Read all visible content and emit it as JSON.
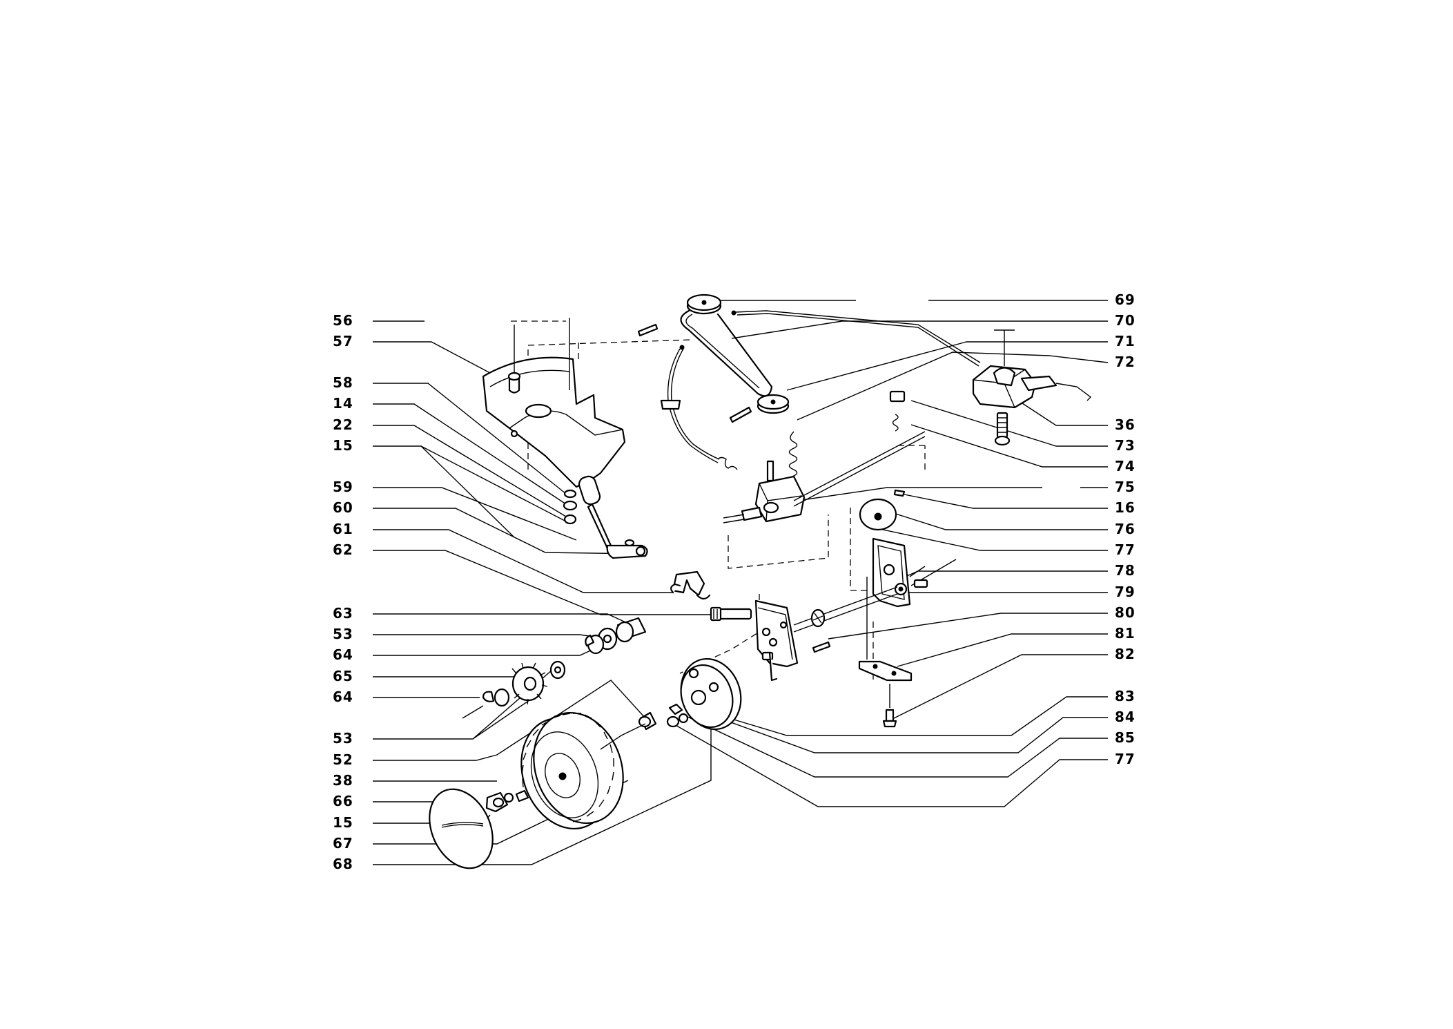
{
  "callouts": {
    "left": [
      "56",
      "57",
      "58",
      "14",
      "22",
      "15",
      "59",
      "60",
      "61",
      "62",
      "63",
      "53",
      "64",
      "65",
      "64",
      "53",
      "52",
      "38",
      "66",
      "15",
      "67",
      "68"
    ],
    "right": [
      "69",
      "70",
      "71",
      "72",
      "36",
      "73",
      "74",
      "75",
      "16",
      "76",
      "77",
      "78",
      "79",
      "80",
      "81",
      "82",
      "83",
      "84",
      "85",
      "77"
    ]
  },
  "colors": {
    "ink": "#000000",
    "paper": "#ffffff"
  }
}
